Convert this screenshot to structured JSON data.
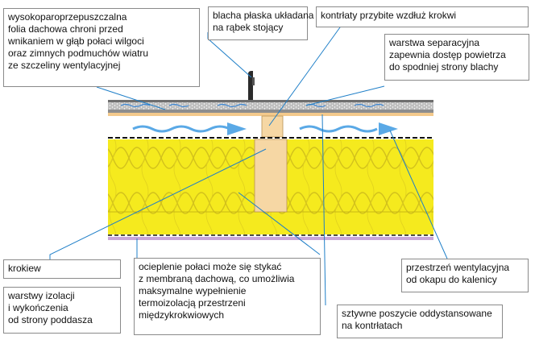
{
  "labels": {
    "foil": [
      "wysokoparoprzepuszczalna",
      "folia dachowa chroni przed",
      "wnikaniem w głąb połaci wilgoci",
      "oraz zimnych podmuchów wiatru",
      "ze szczeliny wentylacyjnej"
    ],
    "sheet": [
      "blacha płaska układana",
      "na rąbek stojący"
    ],
    "counter_battens": [
      "kontrłaty przybite wzdłuż krokwi"
    ],
    "separation": [
      "warstwa separacyjna",
      "zapewnia dostęp powietrza",
      "do spodniej strony blachy"
    ],
    "rafter": [
      "krokiew"
    ],
    "insulation_fill": [
      "ocieplenie połaci może się stykać",
      "z membraną dachową, co umożliwia",
      "maksymalne wypełnienie",
      "termoizolacją przestrzeni",
      "międzykrokwiowych"
    ],
    "vent_gap": [
      "przestrzeń wentylacyjna",
      "od okapu do kalenicy"
    ],
    "inner_layers": [
      "warstwy izolacji",
      "i wykończenia",
      "od strony poddasza"
    ],
    "rigid_sheathing": [
      "sztywne poszycie oddystansowane",
      "na kontrłatach"
    ]
  },
  "colors": {
    "leader_line": "#1f7fc8",
    "box_border": "#8a8a8a",
    "insulation": "#f5ea1e",
    "insulation_pattern": "#c9b814",
    "timber": "#f6d7a4",
    "air_arrow": "#5aa9e6",
    "roof_sheet": "#7a7a7a"
  }
}
